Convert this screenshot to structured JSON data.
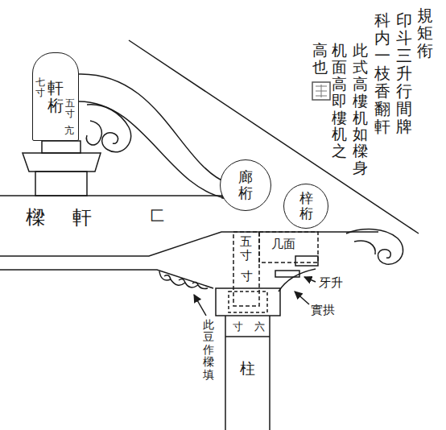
{
  "diagram": {
    "nodes": [
      {
        "text": [
          "軒桁"
        ]
      },
      {
        "text": [
          "廊桁"
        ]
      },
      {
        "text": [
          "梓桁"
        ]
      }
    ],
    "labels": [
      "規矩衔",
      "印斗三升行間牌",
      "科内一枝香翻軒",
      "此式高樓机如樑身",
      "机面高即樓机之",
      "高也",
      "七寸",
      "五寸",
      "亢",
      "軒樑",
      "匚",
      "五寸",
      "寸",
      "几面",
      "牙升",
      "實拱",
      "此豆作樑填",
      "六寸",
      "柱"
    ]
  }
}
